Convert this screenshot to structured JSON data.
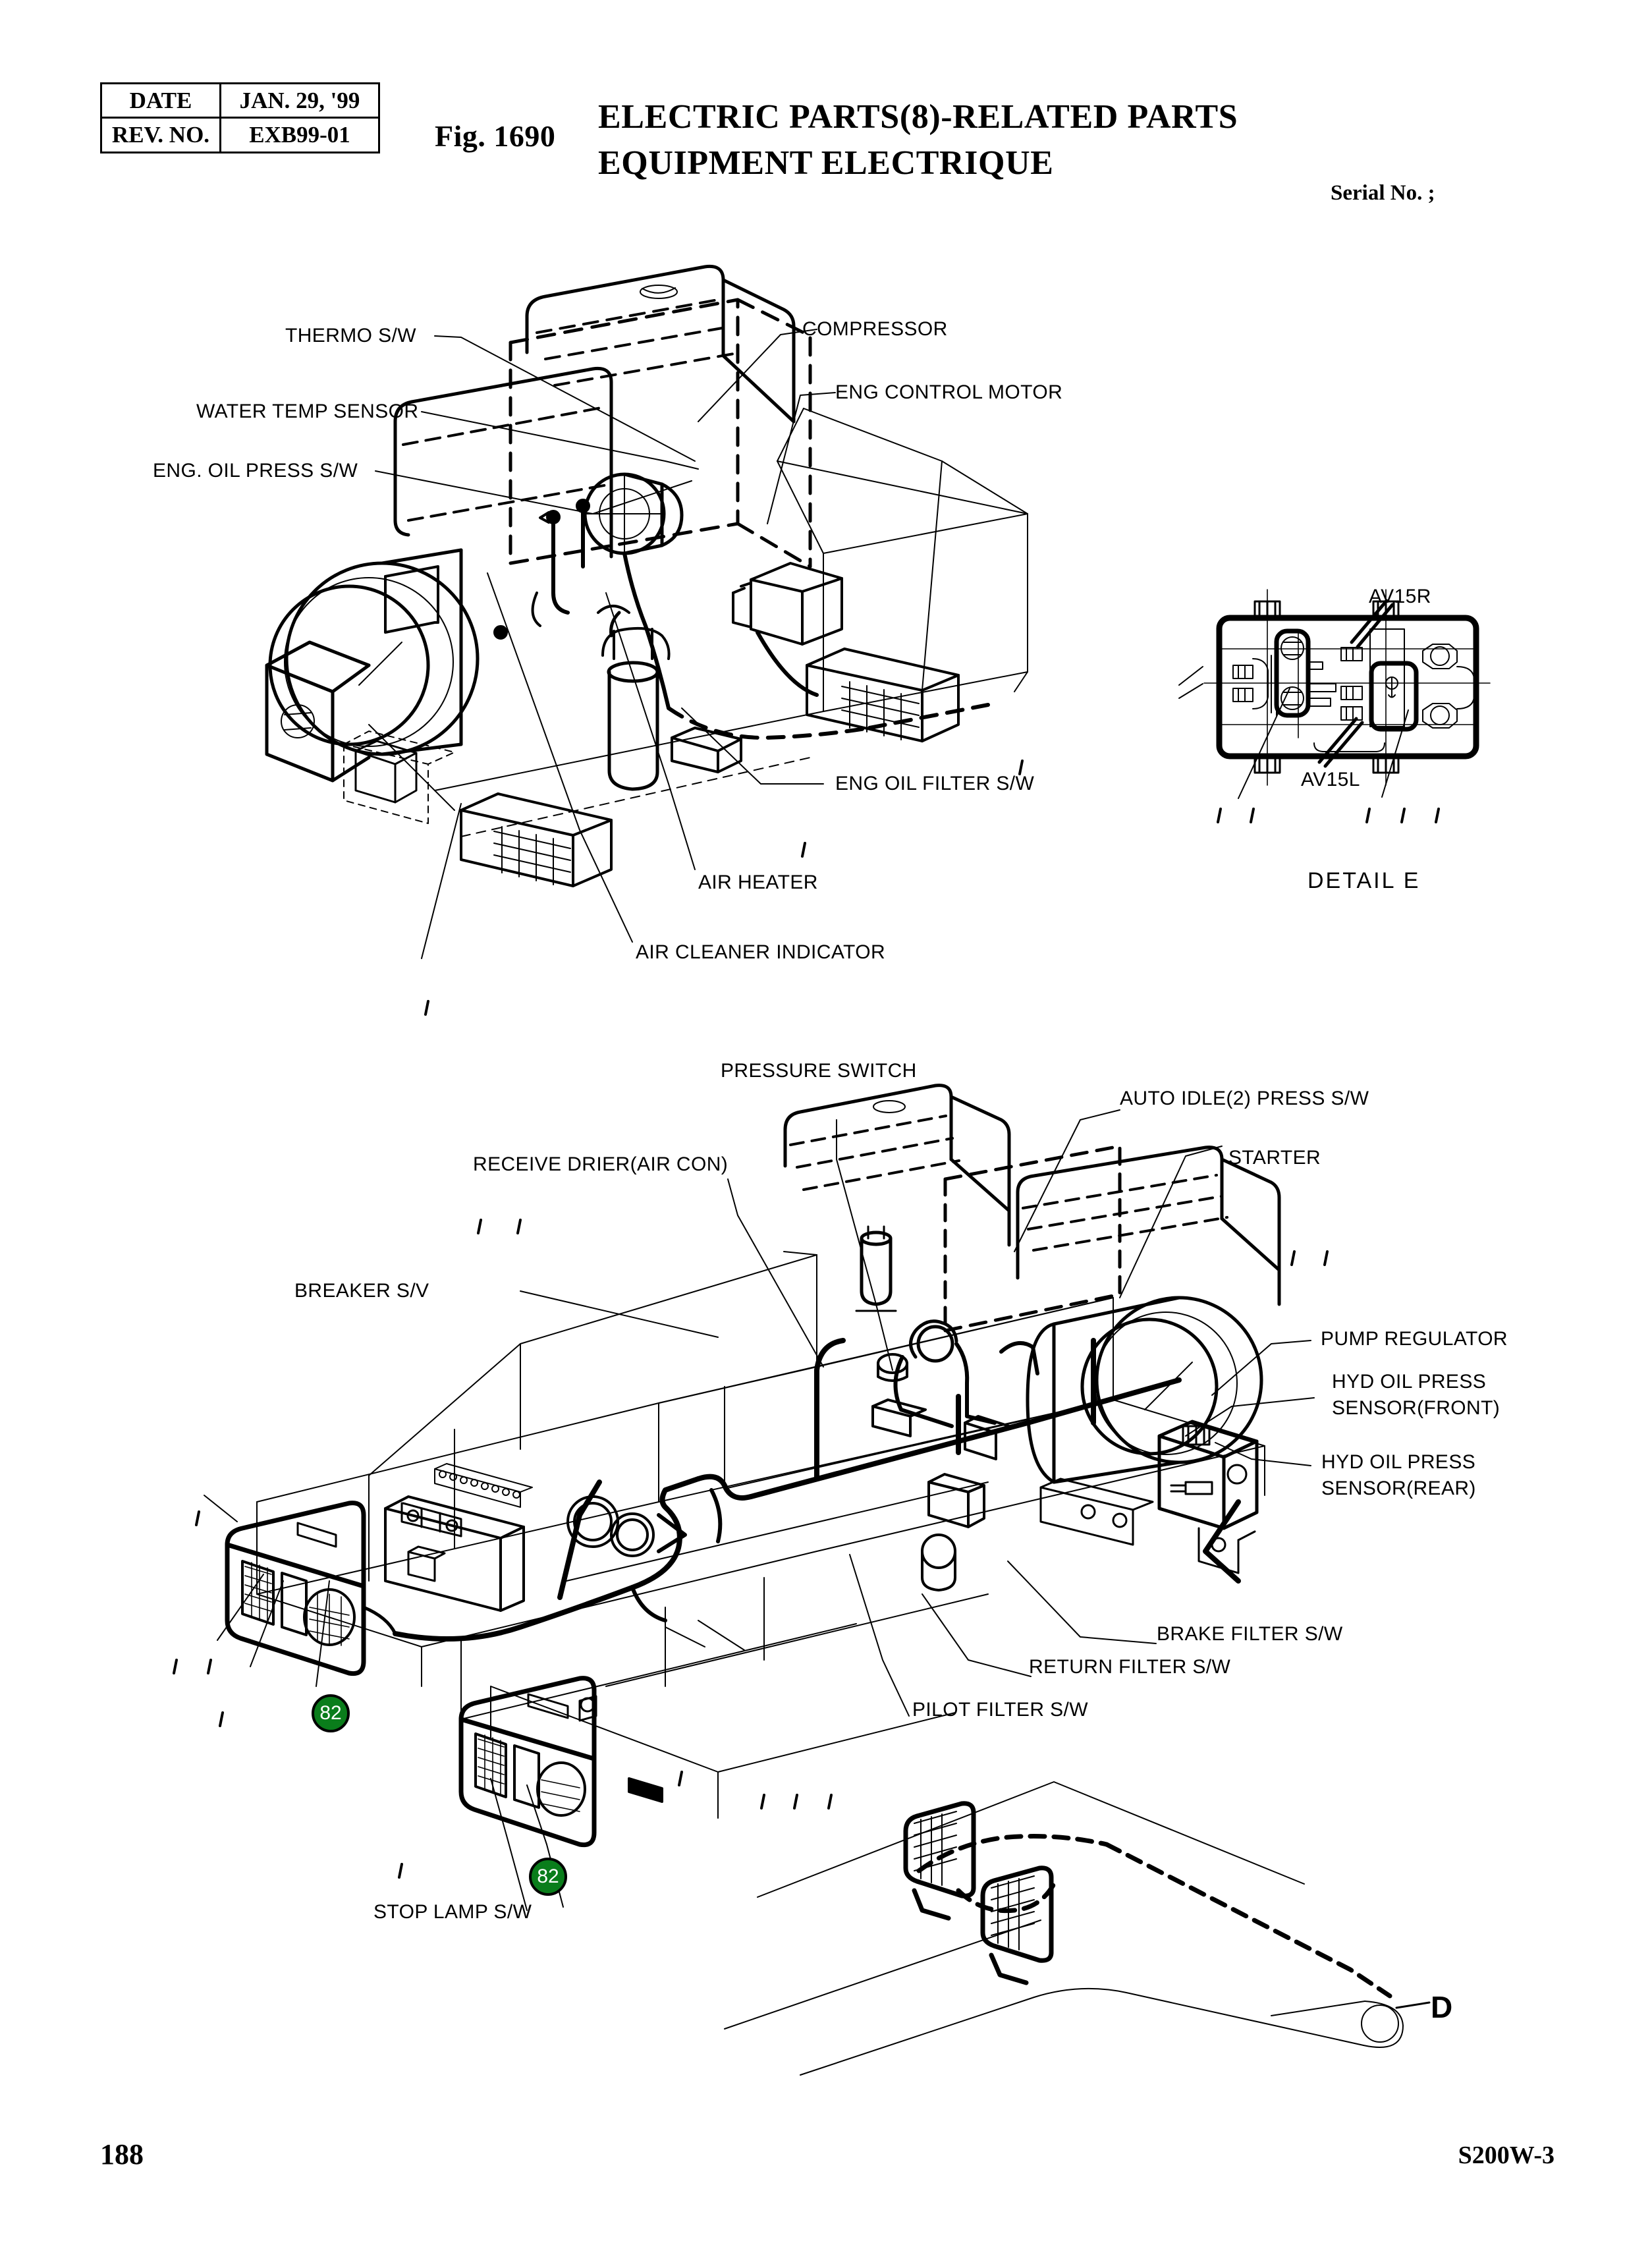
{
  "header": {
    "revision_table": {
      "rows": [
        {
          "label": "DATE",
          "value": "JAN. 29, '99"
        },
        {
          "label": "REV. NO.",
          "value": "EXB99-01"
        }
      ]
    },
    "figure_number": "Fig. 1690",
    "title_en": "ELECTRIC PARTS(8)-RELATED PARTS",
    "title_fr": "EQUIPMENT ELECTRIQUE",
    "serial_no_label": "Serial No. ;"
  },
  "upper_assembly": {
    "callouts": [
      {
        "id": "thermo-sw",
        "text": "THERMO S/W"
      },
      {
        "id": "water-temp-sensor",
        "text": "WATER TEMP SENSOR"
      },
      {
        "id": "eng-oil-press-sw",
        "text": "ENG. OIL PRESS S/W"
      },
      {
        "id": "compressor",
        "text": "COMPRESSOR"
      },
      {
        "id": "eng-control-motor",
        "text": "ENG CONTROL MOTOR"
      },
      {
        "id": "eng-oil-filter-sw",
        "text": "ENG OIL FILTER S/W"
      },
      {
        "id": "air-heater",
        "text": "AIR HEATER"
      },
      {
        "id": "air-cleaner-indicator",
        "text": "AIR CLEANER INDICATOR"
      }
    ]
  },
  "detail_e": {
    "caption": "DETAIL  E",
    "callouts": [
      {
        "id": "av15r",
        "text": "AV15R"
      },
      {
        "id": "av15l",
        "text": "AV15L"
      }
    ]
  },
  "lower_assembly": {
    "callouts": [
      {
        "id": "pressure-switch",
        "text": "PRESSURE SWITCH"
      },
      {
        "id": "receive-drier",
        "text": "RECEIVE DRIER(AIR CON)"
      },
      {
        "id": "auto-idle-press-sw",
        "text": "AUTO IDLE(2) PRESS S/W"
      },
      {
        "id": "starter",
        "text": "STARTER"
      },
      {
        "id": "breaker-sv",
        "text": "BREAKER S/V"
      },
      {
        "id": "pump-regulator",
        "text": "PUMP REGULATOR"
      },
      {
        "id": "hyd-oil-press-front-1",
        "text": "HYD OIL PRESS"
      },
      {
        "id": "hyd-oil-press-front-2",
        "text": "SENSOR(FRONT)"
      },
      {
        "id": "hyd-oil-press-rear-1",
        "text": "HYD OIL PRESS"
      },
      {
        "id": "hyd-oil-press-rear-2",
        "text": "SENSOR(REAR)"
      },
      {
        "id": "brake-filter-sw",
        "text": "BRAKE FILTER S/W"
      },
      {
        "id": "return-filter-sw",
        "text": "RETURN FILTER S/W"
      },
      {
        "id": "pilot-filter-sw",
        "text": "PILOT FILTER S/W"
      },
      {
        "id": "stop-lamp-sw",
        "text": "STOP LAMP S/W"
      }
    ],
    "balloons": [
      {
        "id": "balloon-82-upper",
        "number": "82"
      },
      {
        "id": "balloon-82-lower",
        "number": "82"
      }
    ],
    "section_letter": "D"
  },
  "footer": {
    "page_number": "188",
    "model_code": "S200W-3"
  },
  "colors": {
    "balloon_fill": "#0a7d1b",
    "balloon_text": "#ffffff",
    "line": "#000000",
    "background": "#ffffff"
  }
}
